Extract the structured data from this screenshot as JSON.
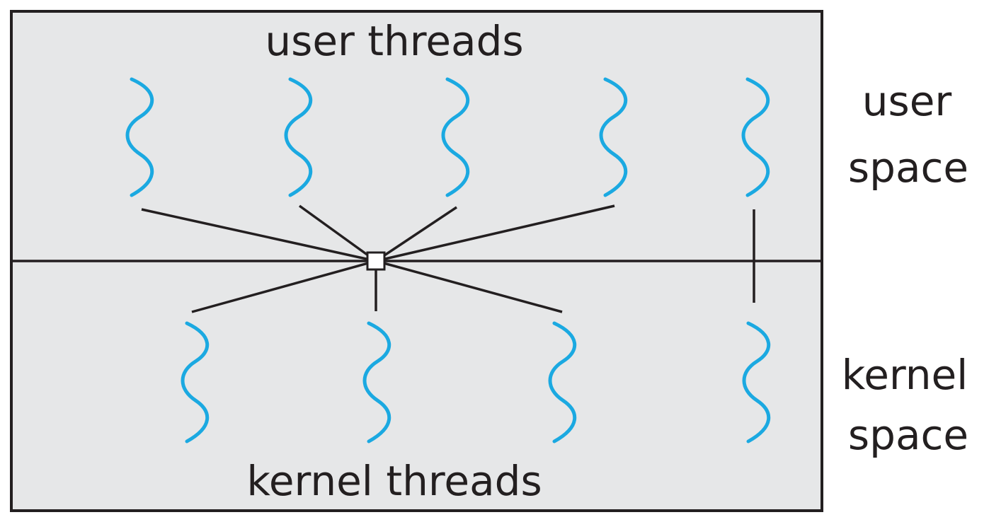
{
  "labels": {
    "user_threads": "user threads",
    "kernel_threads": "kernel threads",
    "user_space_line1": "user",
    "user_space_line2": "space",
    "kernel_space_line1": "kernel",
    "kernel_space_line2": "space"
  },
  "colors": {
    "thread": "#1ba9e1",
    "line": "#231f20",
    "box_fill": "#e6e7e8",
    "frame": "#231f20"
  },
  "counts": {
    "user_threads": 5,
    "kernel_threads": 4
  }
}
